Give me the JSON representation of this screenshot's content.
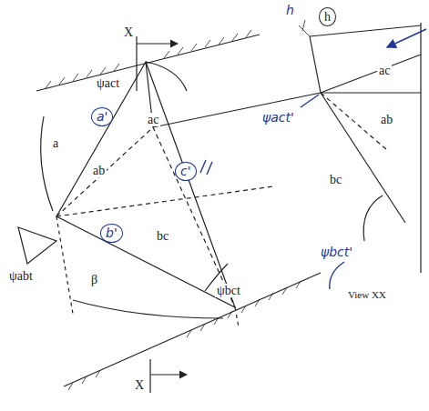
{
  "diagram": {
    "labels": [
      "X",
      "X",
      "ψact",
      "a'",
      "ac",
      "a",
      "ab",
      "c'",
      "bc",
      "ψabt",
      "b'",
      "β",
      "ψbct",
      "h",
      "h",
      "ψact'",
      "ac",
      "ab",
      "bc",
      "ψbct'",
      "View XX"
    ]
  }
}
